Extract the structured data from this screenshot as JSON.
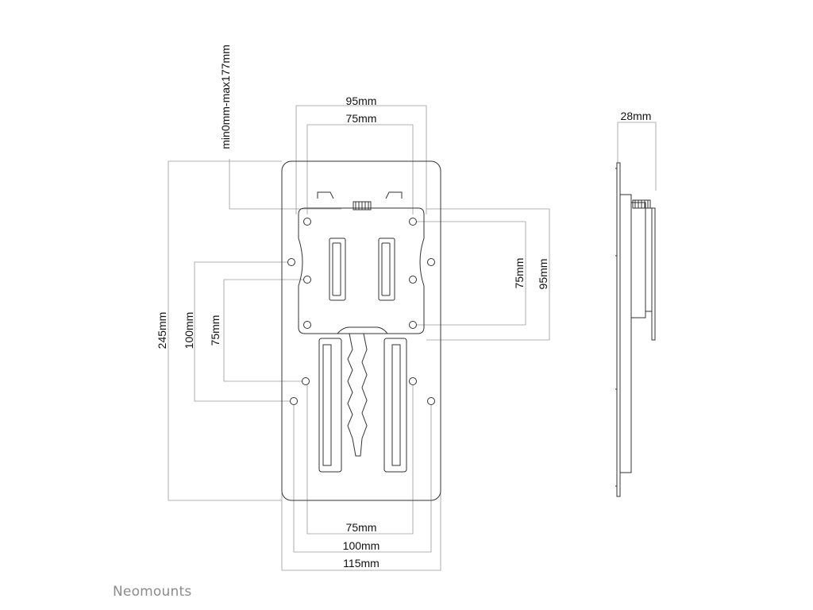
{
  "brand": "Neomounts",
  "labels": {
    "top_outer": "95mm",
    "top_inner": "75mm",
    "slide_range": "min0mm-max177mm",
    "side_depth": "28mm",
    "right_inner": "75mm",
    "right_outer": "95mm",
    "left_outer": "245mm",
    "left_mid": "100mm",
    "left_inner": "75mm",
    "bottom_inner": "75mm",
    "bottom_mid": "100mm",
    "bottom_outer": "115mm"
  }
}
